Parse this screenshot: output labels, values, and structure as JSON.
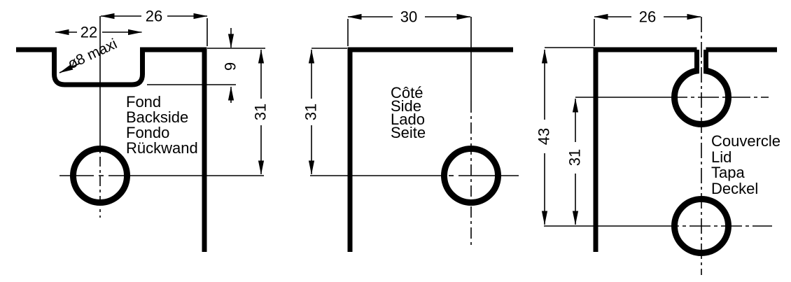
{
  "diagrams": {
    "backside": {
      "name_labels": [
        "Fond",
        "Backside",
        "Fondo",
        "Rückwand"
      ],
      "dims": {
        "overall_width": "26",
        "slot_width": "22",
        "slot_depth": "9",
        "hole_offset": "31"
      },
      "hole_note": "ø8 maxi"
    },
    "side": {
      "name_labels": [
        "Côté",
        "Side",
        "Lado",
        "Seite"
      ],
      "dims": {
        "width": "30",
        "hole_offset": "31"
      }
    },
    "lid": {
      "name_labels": [
        "Couvercle",
        "Lid",
        "Tapa",
        "Deckel"
      ],
      "dims": {
        "width": "26",
        "total_height": "43",
        "hole_spacing": "31"
      }
    }
  },
  "colors": {
    "ink": "#000000",
    "paper": "#ffffff"
  }
}
